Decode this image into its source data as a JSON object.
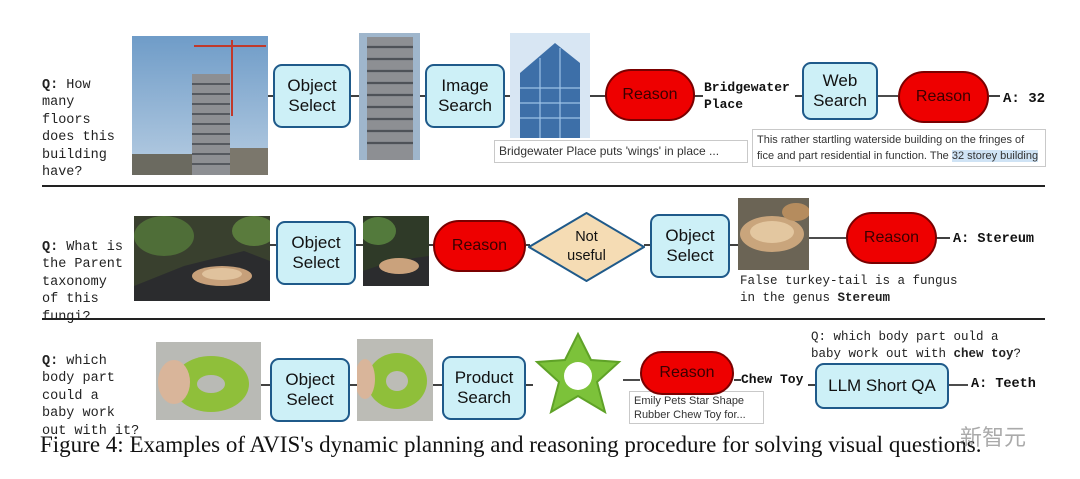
{
  "row1": {
    "question_prefix": "Q:",
    "question_text": " How\nmany\nfloors\ndoes this\nbuilding\nhave?",
    "step1": "Object\nSelect",
    "step2": "Image\nSearch",
    "reason": "Reason",
    "entity": "Bridgewater\nPlace",
    "caption1": "Bridgewater Place puts 'wings' in place ...",
    "step3": "Web\nSearch",
    "caption2_a": "This rather startling waterside building on the fringes of",
    "caption2_b": "fice and part residential in function. The ",
    "caption2_highlight": "32 storey building",
    "reason2": "Reason",
    "answer_prefix": "A:",
    "answer": "32"
  },
  "row2": {
    "question_prefix": "Q:",
    "question_text": " What is\nthe Parent\ntaxonomy\nof this\nfungi?",
    "step1": "Object\nSelect",
    "reason": "Reason",
    "not_useful": "Not\nuseful",
    "step2": "Object\nSelect",
    "caption_a": "False turkey-tail is a fungus",
    "caption_b": "in the genus ",
    "caption_bold": "Stereum",
    "reason2": "Reason",
    "answer_prefix": "A:",
    "answer": "Stereum"
  },
  "row3": {
    "question_prefix": "Q:",
    "question_text": " which\nbody part\ncould a\nbaby work\nout with it?",
    "step1": "Object\nSelect",
    "step2": "Product\nSearch",
    "product_caption": "Emily Pets Star Shape\nRubber Chew Toy for...",
    "reason": "Reason",
    "entity": "Chew Toy",
    "subq_a": "Q: which body part ould a",
    "subq_b": "baby work out with ",
    "subq_bold": "chew toy",
    "subq_end": "?",
    "step3": "LLM Short QA",
    "answer_prefix": "A:",
    "answer": "Teeth"
  },
  "caption": "Figure 4: Examples of AVIS's dynamic planning and reasoning procedure for solving visual questions.",
  "watermark": "新智元",
  "colors": {
    "box_fill": "#cdf0f7",
    "box_border": "#1f5a8a",
    "reason_fill": "#ee0000",
    "diamond_fill": "#f5dcb4",
    "arrow": "#111111"
  }
}
